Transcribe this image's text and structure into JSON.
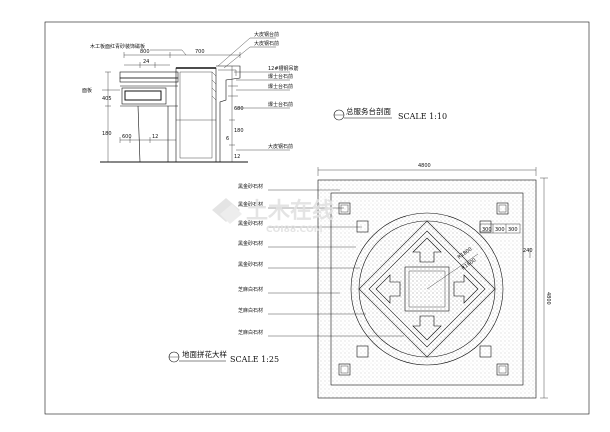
{
  "section": {
    "title": "总服务台剖面",
    "scale": "SCALE 1:10",
    "callouts": [
      "大皮钢台前",
      "大皮钢石前",
      "12#槽钢吊筋",
      "爆士台石前",
      "爆士台石前",
      "爆士台石前",
      "大皮钢石前"
    ],
    "top_note": "木工板面红青砂装饰磁板",
    "left_label": "面板",
    "dims": [
      "700",
      "800",
      "24",
      "405",
      "180",
      "600",
      "12",
      "680",
      "180",
      "6",
      "12"
    ]
  },
  "plan": {
    "title": "地面拼花大样",
    "scale": "SCALE 1:25",
    "left_labels": [
      "黑金砂石材",
      "黑金砂石材",
      "黑金砂石材",
      "黑金砂石材",
      "黑金砂石材",
      "芝麻白石材",
      "芝麻白石材",
      "芝麻白石材"
    ],
    "dims": {
      "top": "4800",
      "right": "4800",
      "right_small": "240",
      "inner": [
        "300",
        "300",
        "300"
      ],
      "radius_outer": "R1800",
      "radius_inner": "R1600"
    }
  },
  "watermark": {
    "text": "土木在线",
    "subtext": "COI88.COM"
  },
  "colors": {
    "line": "#111111",
    "watermark": "#e2e2e2"
  }
}
